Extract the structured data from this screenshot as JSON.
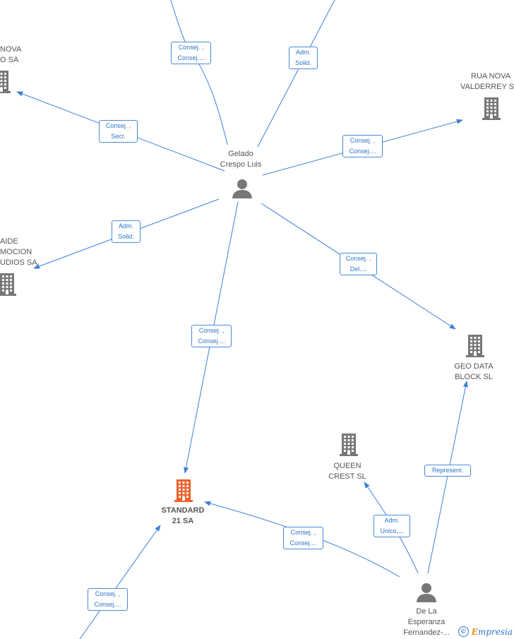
{
  "nodes": {
    "gelado": {
      "label": [
        "Gelado",
        "Crespo Luis"
      ],
      "kind": "person"
    },
    "de_la_esperanza": {
      "label": [
        "De La",
        "Esperanza",
        "Fernandez-..."
      ],
      "kind": "person"
    },
    "standard21": {
      "label": [
        "STANDARD",
        "21 SA"
      ],
      "kind": "company-main"
    },
    "geo_data": {
      "label": [
        "GEO DATA",
        "BLOCK  SL"
      ],
      "kind": "company"
    },
    "queen_crest": {
      "label": [
        "QUEEN",
        "CREST  SL"
      ],
      "kind": "company"
    },
    "rua_nova": {
      "label": [
        "RUA NOVA",
        "VALDERREY S"
      ],
      "kind": "company"
    },
    "nova_o": {
      "label": [
        "NOVA",
        "O SA"
      ],
      "kind": "company"
    },
    "aide": {
      "label": [
        "AIDE",
        "MOCION",
        "UDIOS SA"
      ],
      "kind": "company"
    }
  },
  "edges": [
    {
      "id": "e1",
      "label": [
        "Consej. ,",
        "Consej...."
      ]
    },
    {
      "id": "e2",
      "label": [
        "Adm.",
        "Solid."
      ]
    },
    {
      "id": "e3",
      "label": [
        "Consej. ,",
        "Secr."
      ]
    },
    {
      "id": "e4",
      "label": [
        "Consej. ,",
        "Consej...."
      ]
    },
    {
      "id": "e5",
      "label": [
        "Adm.",
        "Solid."
      ]
    },
    {
      "id": "e6",
      "label": [
        "Consej. ,",
        "Del...."
      ]
    },
    {
      "id": "e7",
      "label": [
        "Consej. ,",
        "Consej...."
      ]
    },
    {
      "id": "e8",
      "label": [
        "Represent."
      ]
    },
    {
      "id": "e9",
      "label": [
        "Adm.",
        "Unico,..."
      ]
    },
    {
      "id": "e10",
      "label": [
        "Consej. ,",
        "Consej...."
      ]
    },
    {
      "id": "e11",
      "label": [
        "Consej. ,",
        "Consej...."
      ]
    }
  ],
  "colors": {
    "edge": "#3d7fd6",
    "icon": "#777777",
    "highlight": "#f0612a",
    "label_text": "#2f73c6"
  },
  "watermark": {
    "symbol": "©",
    "brand_initial": "E",
    "brand_rest": "mpresia"
  }
}
